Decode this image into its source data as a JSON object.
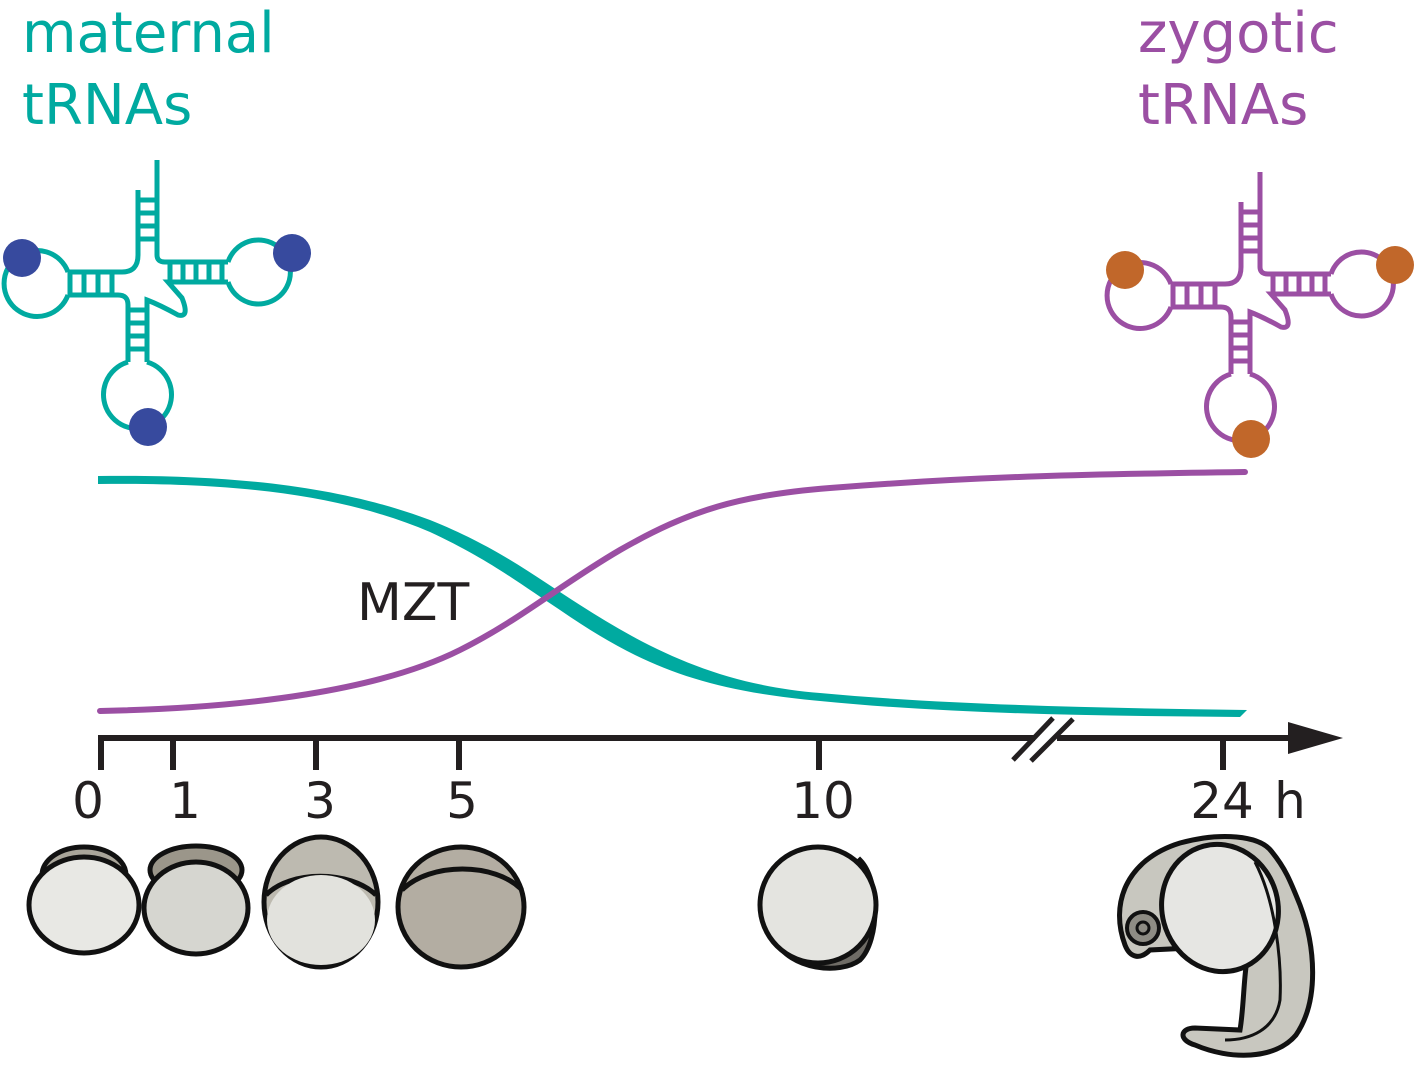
{
  "labels": {
    "maternal_line1": "maternal",
    "maternal_line2": "tRNAs",
    "zygotic_line1": "zygotic",
    "zygotic_line2": "tRNAs",
    "mzt": "MZT"
  },
  "axis": {
    "ticks": [
      "0",
      "1",
      "3",
      "5",
      "10",
      "24"
    ],
    "unit": "h"
  },
  "colors": {
    "maternal": "#00aaa0",
    "zygotic": "#9b4fa3",
    "maternal_mod": "#374a9e",
    "zygotic_mod": "#c1672a",
    "axis": "#231f20"
  }
}
